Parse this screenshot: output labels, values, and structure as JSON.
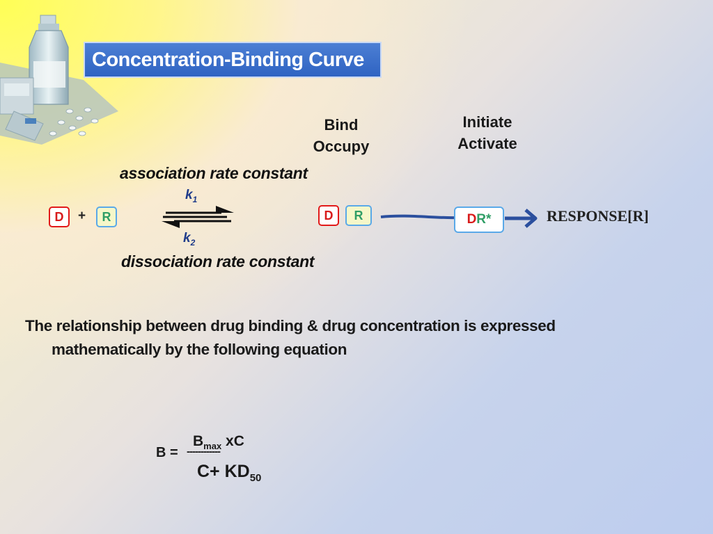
{
  "title": "Concentration-Binding  Curve",
  "diagram": {
    "bind_label": "Bind",
    "occupy_label": "Occupy",
    "initiate_label": "Initiate",
    "activate_label": "Activate",
    "association_label": "association rate constant",
    "dissociation_label": "dissociation rate constant",
    "k1": {
      "letter": "k",
      "sub": "1"
    },
    "k2": {
      "letter": "k",
      "sub": "2"
    },
    "drug": "D",
    "receptor": "R",
    "plus": "+",
    "complex_drug": "D",
    "complex_receptor": "R",
    "active_drug": "D",
    "active_receptor": "R*",
    "response": "RESPONSE[R]",
    "colors": {
      "drug": "#d81b1b",
      "receptor": "#2f9e66",
      "arrow": "#2b4f9e",
      "title_bg": "#3a6fc9"
    }
  },
  "statement": {
    "line1": "The relationship between drug binding & drug concentration is expressed",
    "line2": "mathematically by the following equation"
  },
  "equation": {
    "lhs": "B =",
    "numerator_b": "B",
    "numerator_sub": "max",
    "numerator_rest": " xC",
    "dashes": "------------",
    "denominator_main": "C+ KD",
    "denominator_sub": "50"
  }
}
